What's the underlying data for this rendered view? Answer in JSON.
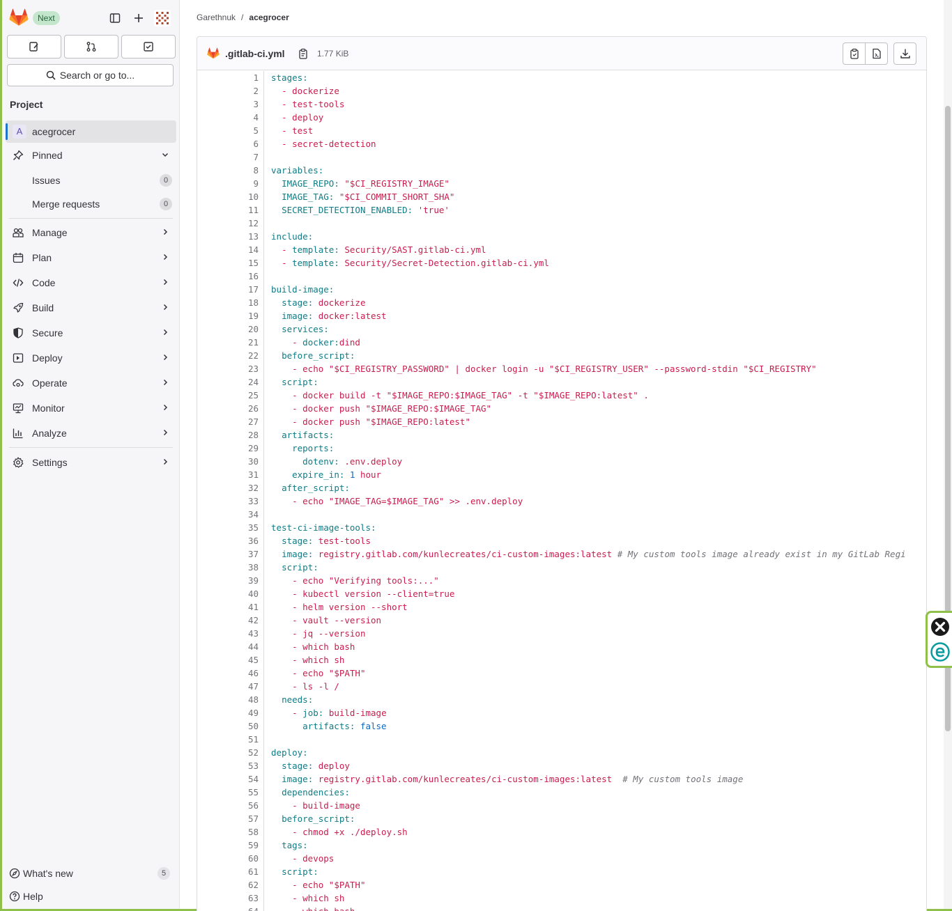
{
  "sidebar": {
    "badge": "Next",
    "search_label": "Search or go to...",
    "section_title": "Project",
    "project": {
      "avatar_letter": "A",
      "name": "acegrocer"
    },
    "pinned": {
      "label": "Pinned"
    },
    "pinned_items": [
      {
        "label": "Issues",
        "count": "0"
      },
      {
        "label": "Merge requests",
        "count": "0"
      }
    ],
    "menu": [
      {
        "label": "Manage",
        "icon": "users-icon"
      },
      {
        "label": "Plan",
        "icon": "calendar-icon"
      },
      {
        "label": "Code",
        "icon": "code-icon"
      },
      {
        "label": "Build",
        "icon": "rocket-icon"
      },
      {
        "label": "Secure",
        "icon": "shield-icon"
      },
      {
        "label": "Deploy",
        "icon": "deploy-icon"
      },
      {
        "label": "Operate",
        "icon": "cloud-gear-icon"
      },
      {
        "label": "Monitor",
        "icon": "monitor-icon"
      },
      {
        "label": "Analyze",
        "icon": "chart-icon"
      }
    ],
    "settings": {
      "label": "Settings"
    },
    "whats_new": {
      "label": "What's new",
      "count": "5"
    },
    "help": {
      "label": "Help"
    }
  },
  "breadcrumb": {
    "group": "Garethnuk",
    "separator": "/",
    "project": "acegrocer"
  },
  "file": {
    "name": ".gitlab-ci.yml",
    "size": "1.77 KiB"
  },
  "code_lines": [
    "stages:",
    "  - dockerize",
    "  - test-tools",
    "  - deploy",
    "  - test",
    "  - secret-detection",
    "",
    "variables:",
    "  IMAGE_REPO: \"$CI_REGISTRY_IMAGE\"",
    "  IMAGE_TAG: \"$CI_COMMIT_SHORT_SHA\"",
    "  SECRET_DETECTION_ENABLED: 'true'",
    "",
    "include:",
    "  - template: Security/SAST.gitlab-ci.yml",
    "  - template: Security/Secret-Detection.gitlab-ci.yml",
    "",
    "build-image:",
    "  stage: dockerize",
    "  image: docker:latest",
    "  services:",
    "    - docker:dind",
    "  before_script:",
    "    - echo \"$CI_REGISTRY_PASSWORD\" | docker login -u \"$CI_REGISTRY_USER\" --password-stdin \"$CI_REGISTRY\"",
    "  script:",
    "    - docker build -t \"$IMAGE_REPO:$IMAGE_TAG\" -t \"$IMAGE_REPO:latest\" .",
    "    - docker push \"$IMAGE_REPO:$IMAGE_TAG\"",
    "    - docker push \"$IMAGE_REPO:latest\"",
    "  artifacts:",
    "    reports:",
    "      dotenv: .env.deploy",
    "    expire_in: 1 hour",
    "  after_script:",
    "    - echo \"IMAGE_TAG=$IMAGE_TAG\" >> .env.deploy",
    "",
    "test-ci-image-tools:",
    "  stage: test-tools",
    "  image: registry.gitlab.com/kunlecreates/ci-custom-images:latest # My custom tools image already exist in my GitLab Regi",
    "  script:",
    "    - echo \"Verifying tools:...\"",
    "    - kubectl version --client=true",
    "    - helm version --short",
    "    - vault --version",
    "    - jq --version",
    "    - which bash",
    "    - which sh",
    "    - echo \"$PATH\"",
    "    - ls -l /",
    "  needs:",
    "    - job: build-image",
    "      artifacts: false",
    "",
    "deploy:",
    "  stage: deploy",
    "  image: registry.gitlab.com/kunlecreates/ci-custom-images:latest  # My custom tools image",
    "  dependencies:",
    "    - build-image",
    "  before_script:",
    "    - chmod +x ./deploy.sh",
    "  tags:",
    "    - devops",
    "  script:",
    "    - echo \"$PATH\"",
    "    - which sh",
    "    - which bash"
  ],
  "colors": {
    "key": "#0f7c86",
    "string": "#c91c4e",
    "number": "#1068bf",
    "comment": "#737278",
    "accent": "#1f75cb",
    "frame": "#8fc14a"
  }
}
